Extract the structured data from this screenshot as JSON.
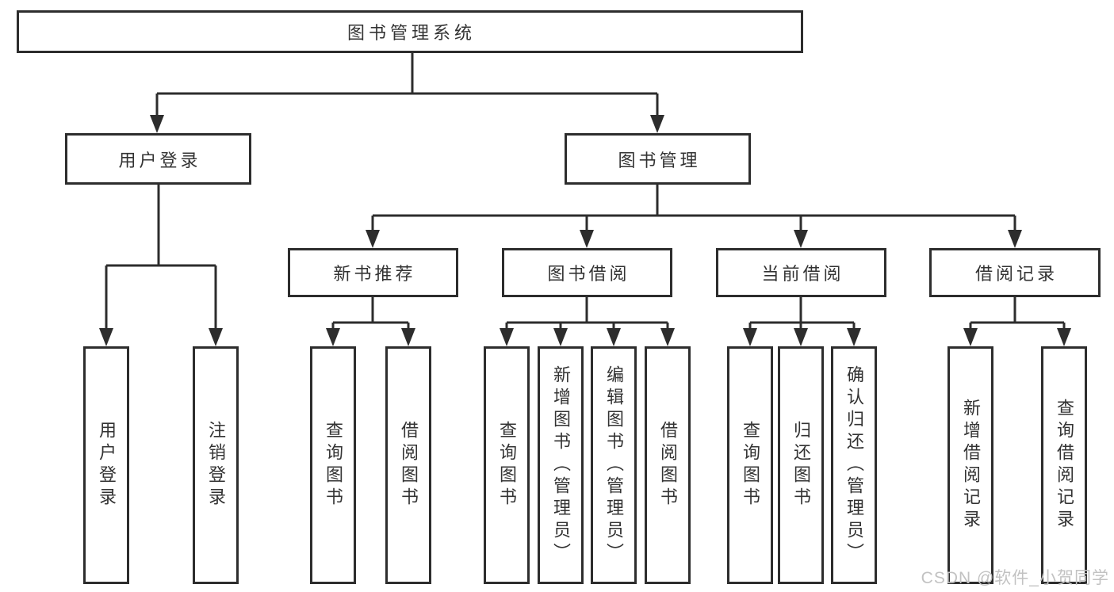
{
  "diagram": {
    "root": {
      "label": "图书管理系统"
    },
    "branches": [
      {
        "label": "用户登录",
        "children": [
          {
            "label": "用户登录"
          },
          {
            "label": "注销登录"
          }
        ]
      },
      {
        "label": "图书管理",
        "children": [
          {
            "label": "新书推荐",
            "children": [
              {
                "label": "查询图书"
              },
              {
                "label": "借阅图书"
              }
            ]
          },
          {
            "label": "图书借阅",
            "children": [
              {
                "label": "查询图书"
              },
              {
                "label": "新增图书（管理员）"
              },
              {
                "label": "编辑图书（管理员）"
              },
              {
                "label": "借阅图书"
              }
            ]
          },
          {
            "label": "当前借阅",
            "children": [
              {
                "label": "查询图书"
              },
              {
                "label": "归还图书"
              },
              {
                "label": "确认归还（管理员）"
              }
            ]
          },
          {
            "label": "借阅记录",
            "children": [
              {
                "label": "新增借阅记录"
              },
              {
                "label": "查询借阅记录"
              }
            ]
          }
        ]
      }
    ]
  },
  "watermark": {
    "text": "CSDN @软件_小贺同学"
  },
  "colors": {
    "background": "#ffffff",
    "box_border": "#2d2d2d",
    "connector": "#2d2d2d",
    "text": "#333333",
    "watermark": "#c2c2c2"
  }
}
